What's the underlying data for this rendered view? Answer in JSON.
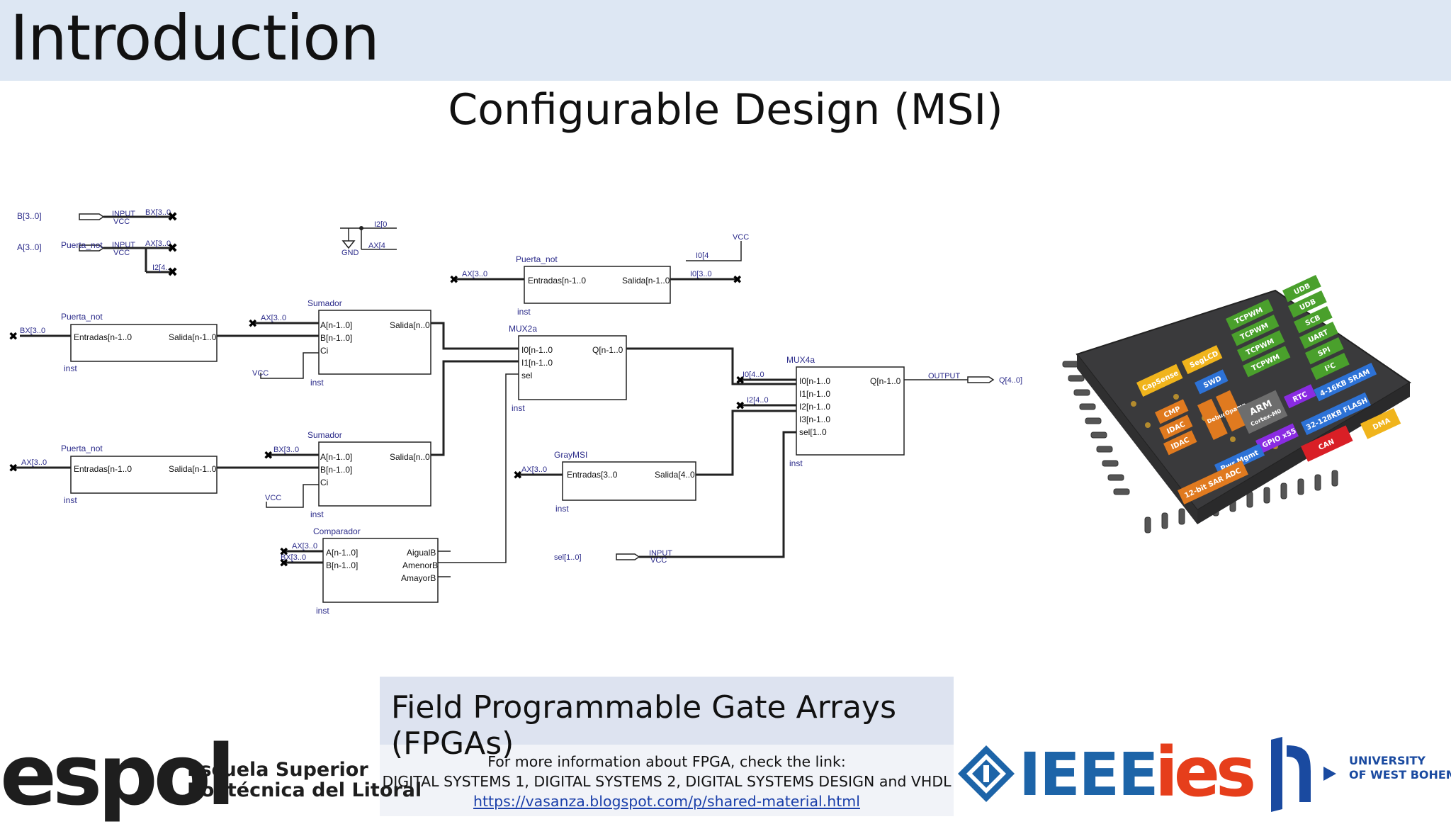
{
  "header": {
    "title": "Introduction"
  },
  "subtitle": "Configurable Design (MSI)",
  "schematic": {
    "inputs": {
      "b": "B[3..0]",
      "a": "A[3..0]",
      "input_tag": "INPUT",
      "vcc": "VCC",
      "gnd": "GND",
      "sel": "sel[1..0]"
    },
    "wires": {
      "bx": "BX[3..0",
      "ax": "AX[3..0",
      "i2_4": "I2[4..",
      "i2_0": "I2[0",
      "ax4": "AX[4",
      "i0_4": "I0[4",
      "i0_3": "I0[3..0",
      "i0_4b": "I0[4..0",
      "i2_4b": "I2[4..0",
      "output_tag": "OUTPUT",
      "q": "Q[4..0]"
    },
    "blocks": {
      "not_label": "Puerta_not",
      "entradas": "Entradas[n-1..0",
      "salida": "Salida[n-1..0",
      "sumador_label": "Sumador",
      "sum_a": "A[n-1..0]",
      "sum_b": "B[n-1..0]",
      "sum_ci": "Ci",
      "sum_out": "Salida[n..0",
      "mux2_label": "MUX2a",
      "mux2_i0": "I0[n-1..0",
      "mux2_i1": "I1[n-1..0",
      "mux2_sel": "sel",
      "mux2_q": "Q[n-1..0",
      "mux4_label": "MUX4a",
      "mux4_i0": "I0[n-1..0",
      "mux4_i1": "I1[n-1..0",
      "mux4_i2": "I2[n-1..0",
      "mux4_i3": "I3[n-1..0",
      "mux4_sel": "sel[1..0",
      "mux4_q": "Q[n-1..0",
      "gray_label": "GrayMSI",
      "gray_in": "Entradas[3..0",
      "gray_out": "Salida[4..0",
      "comp_label": "Comparador",
      "comp_a": "A[n-1..0]",
      "comp_b": "B[n-1..0]",
      "comp_o1": "AigualB",
      "comp_o2": "AmenorB",
      "comp_o3": "AmayorB",
      "inst": "inst"
    }
  },
  "chip": {
    "blocks": [
      "UDB",
      "UDB",
      "SCB",
      "UART",
      "SPI",
      "I²C",
      "TCPWM",
      "TCPWM",
      "TCPWM",
      "TCPWM",
      "SegLCD",
      "CapSense",
      "SWD",
      "CMP",
      "IDAC",
      "IDAC",
      "Debug",
      "Opamp",
      "ARM",
      "Cortex-M0",
      "RTC",
      "4-16KB SRAM",
      "GPIO x55",
      "32-128KB FLASH",
      "DMA",
      "Pwr Mgmt",
      "CAN",
      "12-bit SAR ADC"
    ],
    "colors": {
      "body": "#3a3a3c",
      "green": "#4aa02c",
      "orange": "#e07a1f",
      "yellow": "#f0b41c",
      "blue": "#2d72d6",
      "purple": "#8a2be2",
      "red": "#d91f26",
      "grey": "#6d6d6d"
    }
  },
  "footer": {
    "box_title": "Field Programmable Gate Arrays (FPGAs)",
    "line1": "For more information about FPGA, check the link:",
    "line2": "DIGITAL SYSTEMS 1, DIGITAL SYSTEMS 2, DIGITAL SYSTEMS DESIGN and VHDL",
    "link": "https://vasanza.blogspot.com/p/shared-material.html"
  },
  "logos": {
    "espol_word": "espol",
    "espol_line1": "Escuela Superior",
    "espol_line2": "Politécnica del Litoral",
    "ieee": "IEEE",
    "ies": "ies",
    "uwb_line1": "UNIVERSITY",
    "uwb_line2": "OF WEST BOHEMIA"
  }
}
